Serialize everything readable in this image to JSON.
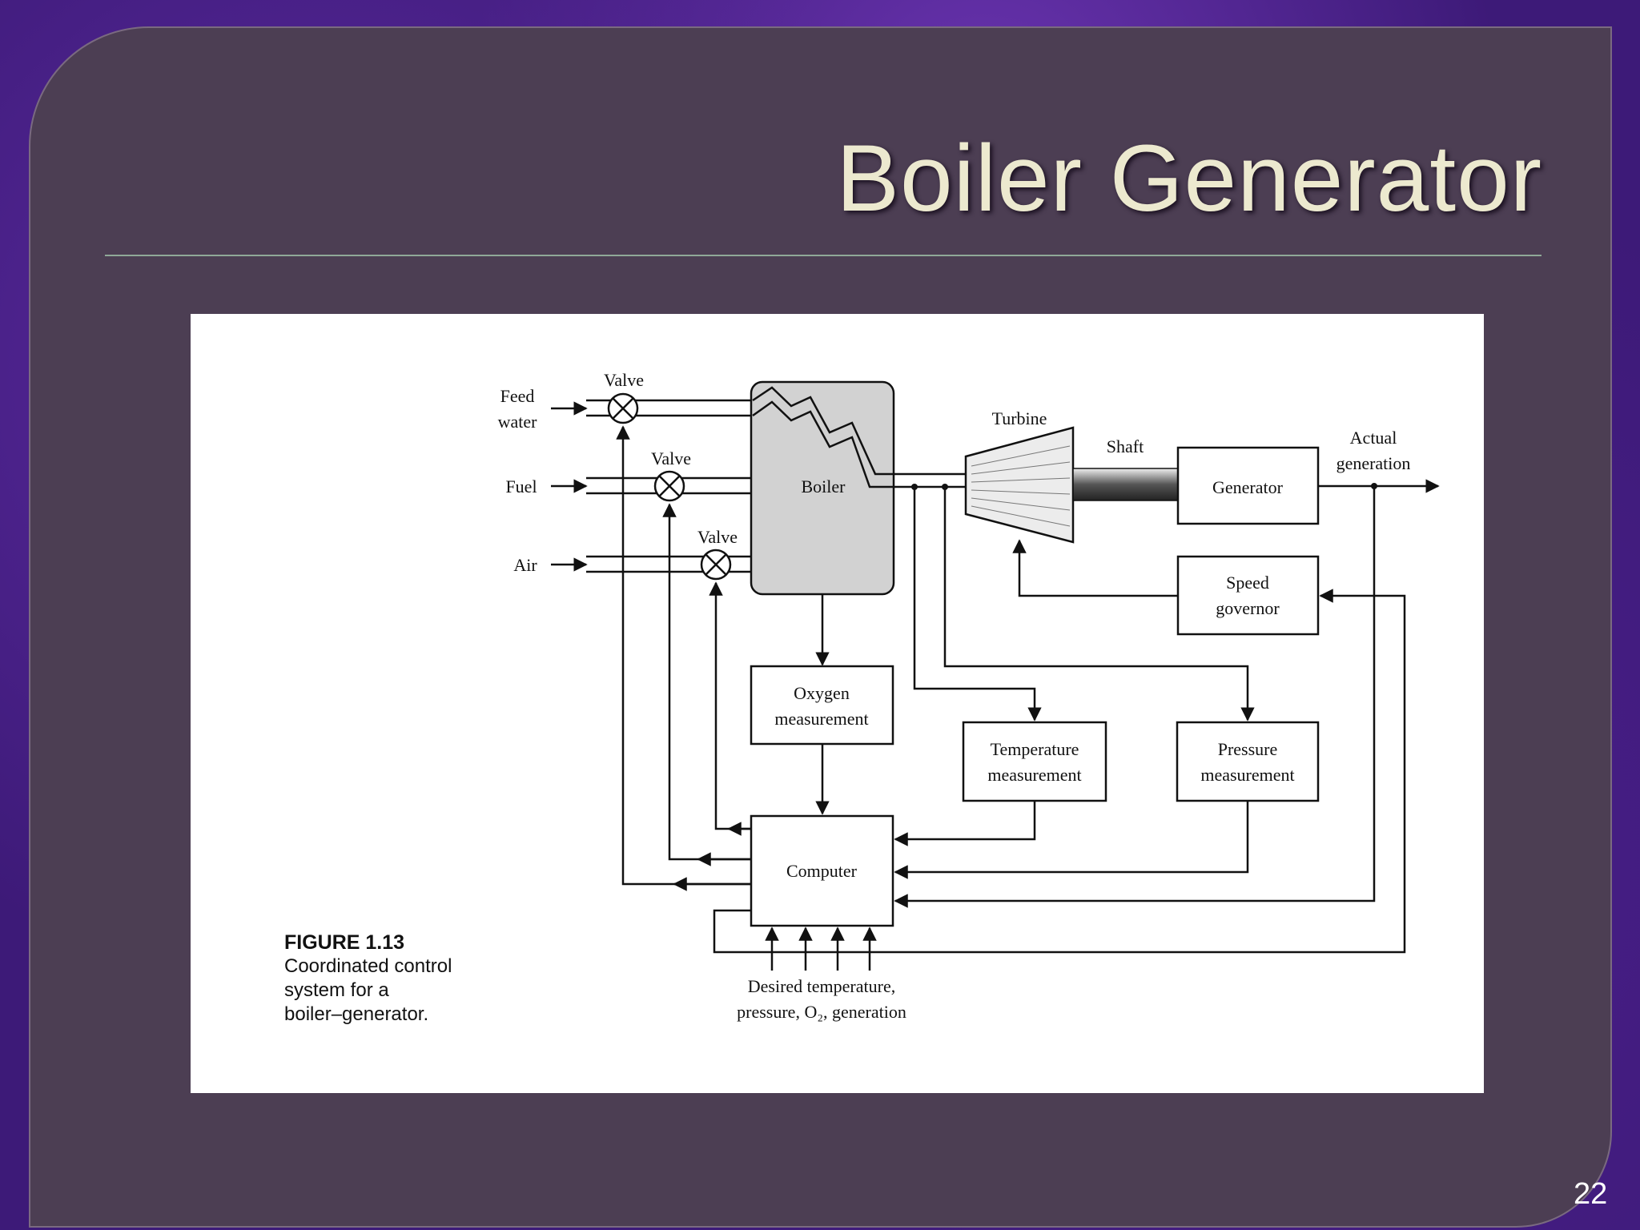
{
  "slide": {
    "title": "Boiler Generator",
    "page_number": "22"
  },
  "figure": {
    "caption_title": "FIGURE 1.13",
    "caption_lines": [
      "Coordinated control",
      "system for a",
      "boiler–generator."
    ],
    "labels": {
      "feed_water_1": "Feed",
      "feed_water_2": "water",
      "fuel": "Fuel",
      "air": "Air",
      "valve_1": "Valve",
      "valve_2": "Valve",
      "valve_3": "Valve",
      "boiler": "Boiler",
      "turbine": "Turbine",
      "shaft": "Shaft",
      "generator": "Generator",
      "actual_generation_1": "Actual",
      "actual_generation_2": "generation",
      "speed_governor_1": "Speed",
      "speed_governor_2": "governor",
      "oxygen_1": "Oxygen",
      "oxygen_2": "measurement",
      "temperature_1": "Temperature",
      "temperature_2": "measurement",
      "pressure_1": "Pressure",
      "pressure_2": "measurement",
      "computer": "Computer",
      "desired_1": "Desired temperature,",
      "desired_2": "pressure, O₂, generation"
    }
  }
}
